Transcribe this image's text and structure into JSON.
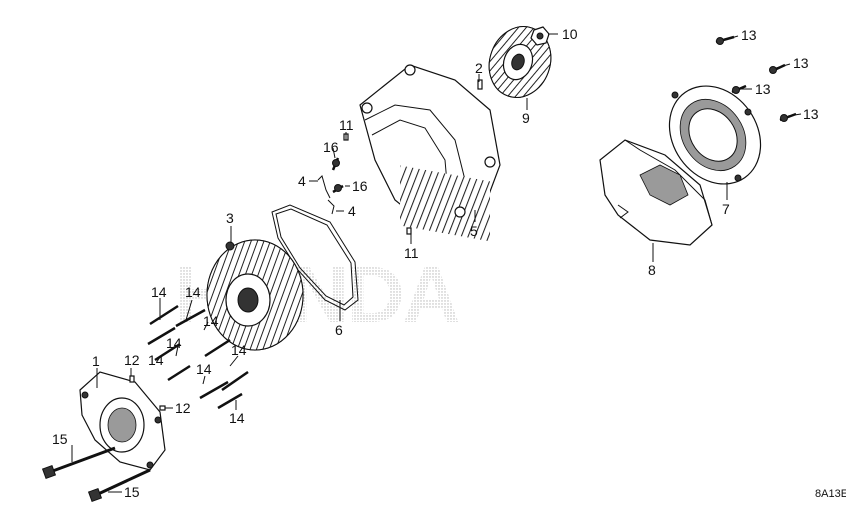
{
  "watermark": "HONDA",
  "diagram_code": "8A13E",
  "callouts": {
    "c1": "1",
    "c2": "2",
    "c3": "3",
    "c4a": "4",
    "c4b": "4",
    "c5": "5",
    "c6": "6",
    "c7": "7",
    "c8": "8",
    "c9": "9",
    "c10": "10",
    "c11a": "11",
    "c11b": "11",
    "c12a": "12",
    "c12b": "12",
    "c13a": "13",
    "c13b": "13",
    "c13c": "13",
    "c13d": "13",
    "c14a": "14",
    "c14b": "14",
    "c14c": "14",
    "c14d": "14",
    "c14e": "14",
    "c14f": "14",
    "c14g": "14",
    "c14h": "14",
    "c15a": "15",
    "c15b": "15",
    "c16a": "16",
    "c16b": "16"
  }
}
